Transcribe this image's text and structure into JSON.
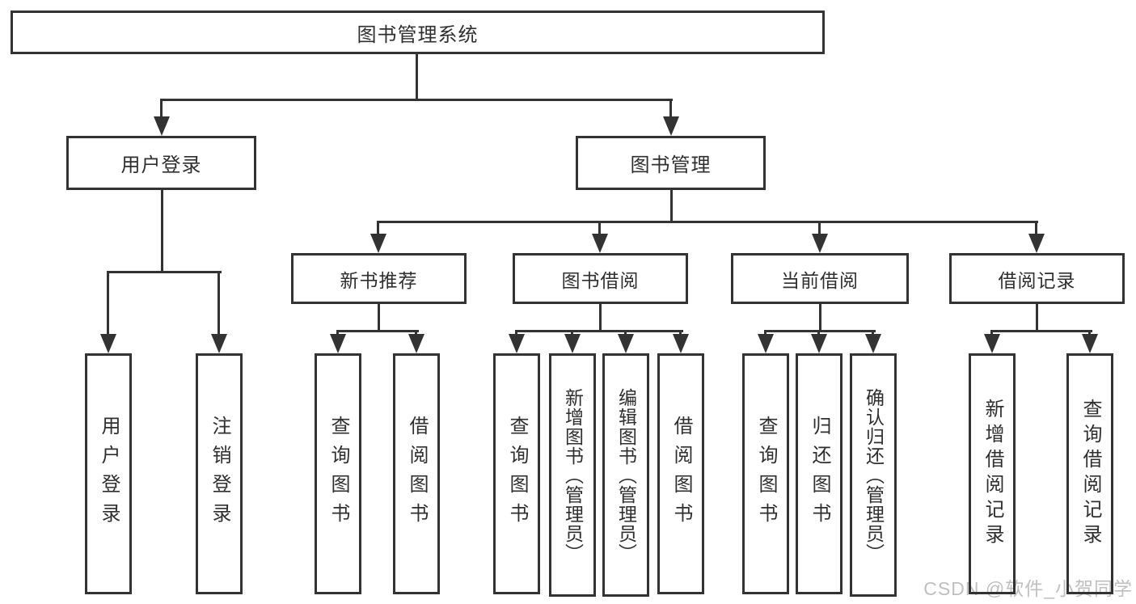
{
  "diagram": {
    "root": {
      "label": "图书管理系统"
    },
    "level2": [
      {
        "label": "用户登录"
      },
      {
        "label": "图书管理"
      }
    ],
    "level3": [
      {
        "label": "新书推荐"
      },
      {
        "label": "图书借阅"
      },
      {
        "label": "当前借阅"
      },
      {
        "label": "借阅记录"
      }
    ],
    "leaves": [
      {
        "label": "用户登录"
      },
      {
        "label": "注销登录"
      },
      {
        "label": "查询图书"
      },
      {
        "label": "借阅图书"
      },
      {
        "label": "查询图书"
      },
      {
        "label": "新增图书（管理员）"
      },
      {
        "label": "编辑图书（管理员）"
      },
      {
        "label": "借阅图书"
      },
      {
        "label": "查询图书"
      },
      {
        "label": "归还图书"
      },
      {
        "label": "确认归还（管理员）"
      },
      {
        "label": "新增借阅记录"
      },
      {
        "label": "查询借阅记录"
      }
    ]
  },
  "watermark": {
    "text": "CSDN @软件_小贺同学"
  },
  "colors": {
    "line": "#333333",
    "text": "#2f2f2f",
    "watermark": "#bfbfbf",
    "background": "#ffffff"
  }
}
